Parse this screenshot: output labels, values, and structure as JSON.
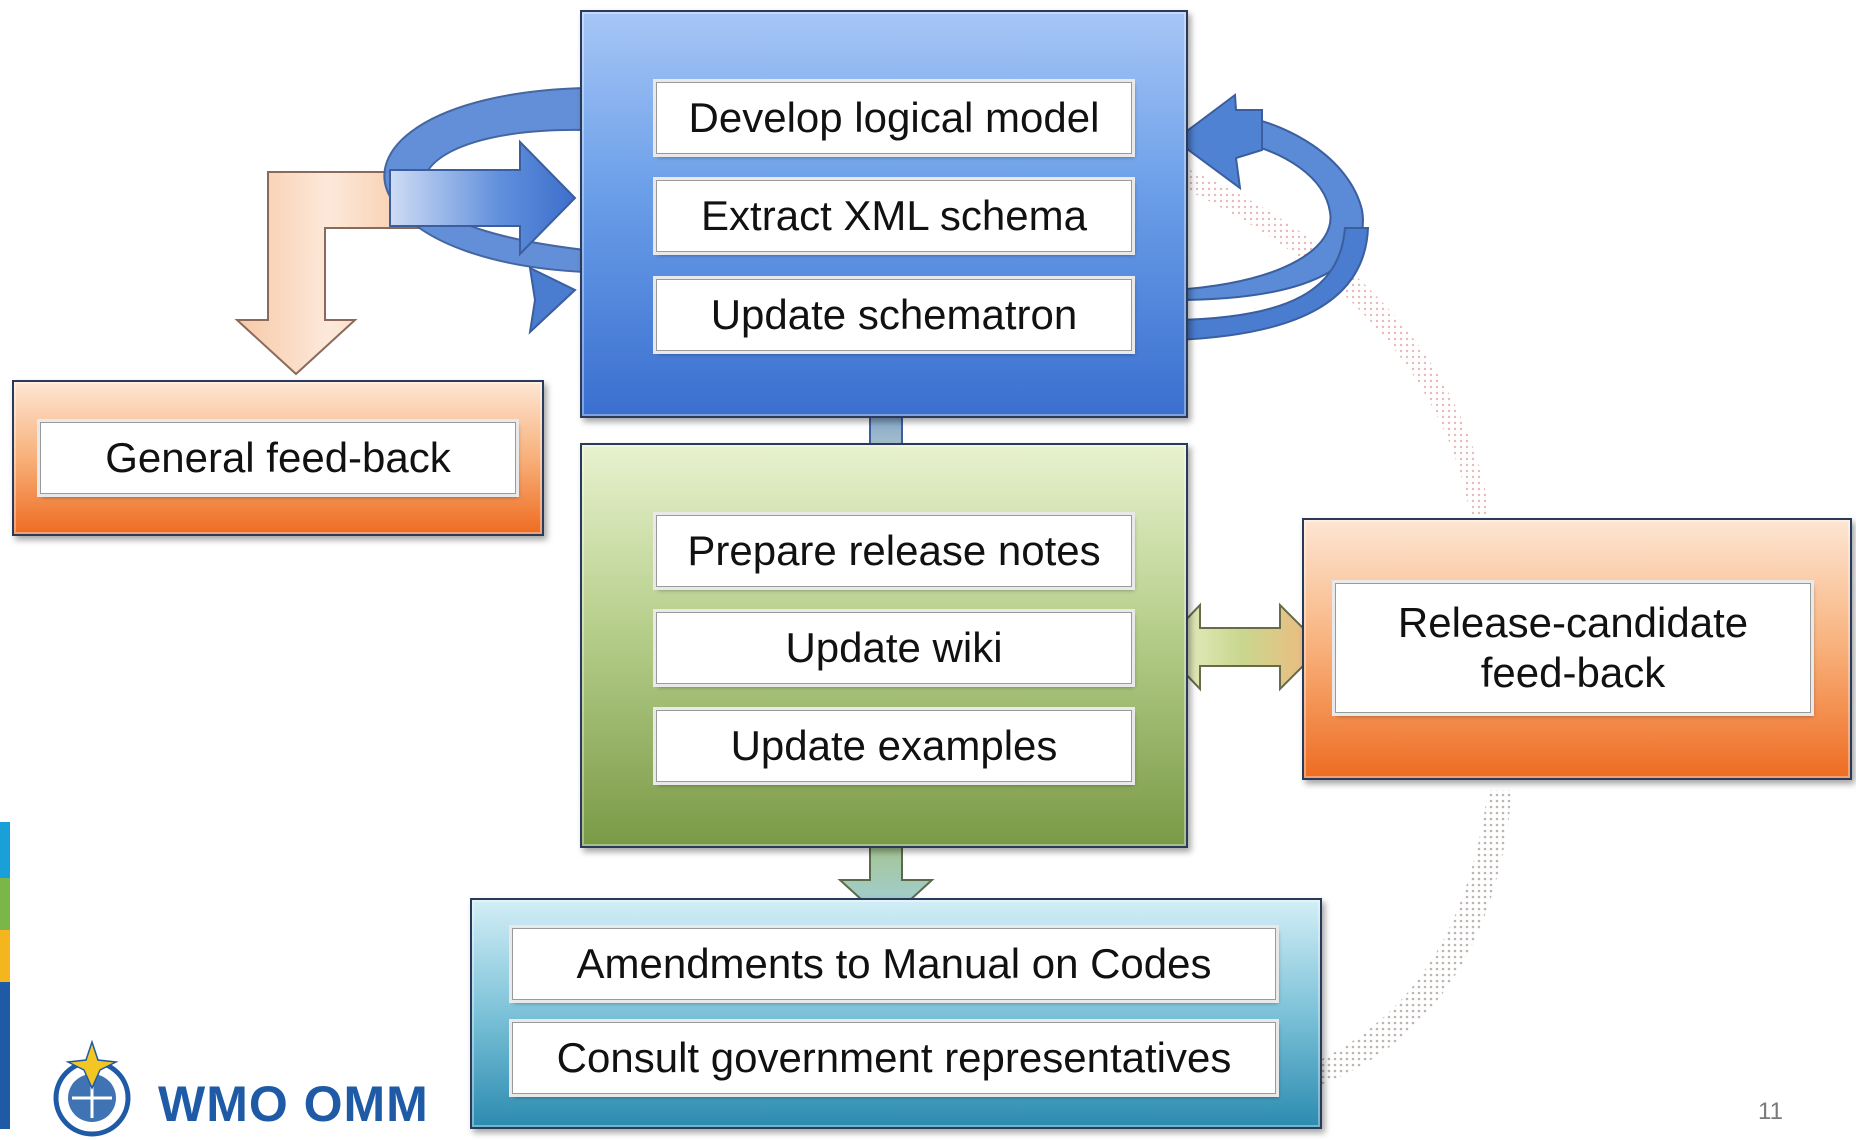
{
  "top_group": {
    "items": [
      "Develop logical model",
      "Extract XML schema",
      "Update schematron"
    ]
  },
  "middle_group": {
    "items": [
      "Prepare release notes",
      "Update wiki",
      "Update examples"
    ]
  },
  "bottom_group": {
    "items": [
      "Amendments to Manual on Codes",
      "Consult government representatives"
    ]
  },
  "general_feedback": {
    "label": "General feed-back"
  },
  "rc_feedback": {
    "line1": "Release-candidate",
    "line2": "feed-back"
  },
  "footer": {
    "logo_text": "WMO OMM",
    "page_number": "11"
  },
  "colors": {
    "blue": "#4a7fd9",
    "green": "#8aa85a",
    "orange": "#ef7a2c",
    "cyan": "#4aa6c8",
    "logo": "#1f5aa6"
  }
}
